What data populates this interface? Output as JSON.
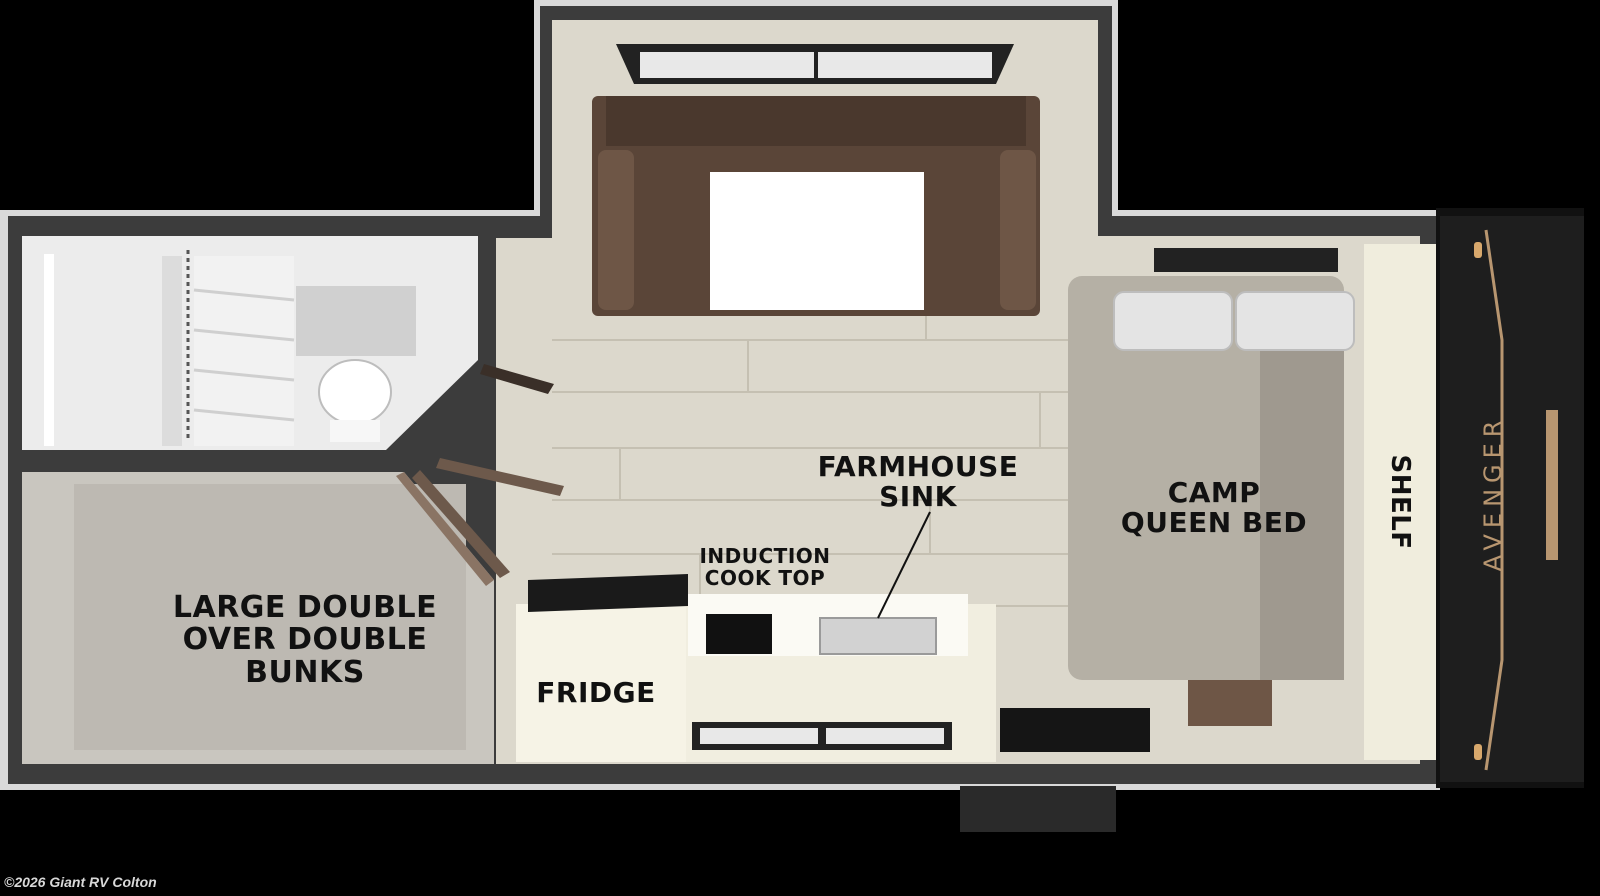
{
  "labels": {
    "bunks": [
      "LARGE DOUBLE",
      "OVER DOUBLE",
      "BUNKS"
    ],
    "fridge": "FRIDGE",
    "cooktop": [
      "INDUCTION",
      "COOK TOP"
    ],
    "sink": [
      "FARMHOUSE",
      "SINK"
    ],
    "bed": [
      "CAMP",
      "QUEEN BED"
    ],
    "shelf": "SHELF"
  },
  "brand": "AVENGER",
  "copyright": "©2026 Giant RV Colton",
  "colors": {
    "background": "#000000",
    "wall": "#3c3c3c",
    "floor": "#dcd8cc",
    "bunk_floor": "#c9c6bf",
    "bed": "#b5b0a5",
    "counter": "#f1eee0",
    "sofa": "#5a4538",
    "hitch": "#151515",
    "accent_gold": "#b89670"
  }
}
